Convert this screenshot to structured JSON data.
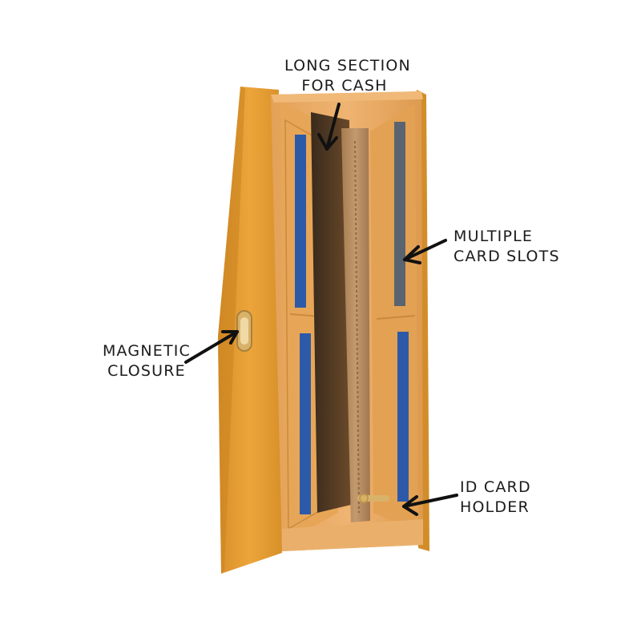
{
  "callouts": {
    "cash": {
      "line1": "LONG SECTION",
      "line2": "FOR CASH"
    },
    "cards": {
      "line1": "MULTIPLE",
      "line2": "CARD SLOTS"
    },
    "closure": {
      "line1": "MAGNETIC",
      "line2": "CLOSURE"
    },
    "id": {
      "line1": "ID CARD",
      "line2": "HOLDER"
    }
  },
  "colors": {
    "leather": "#e8a035",
    "leather_shadow": "#c78424",
    "lining": "#e9a55a",
    "zipper_fabric": "#b58a5e",
    "card_blue": "#2d5aa8",
    "hardware_gold": "#d9b26a",
    "label_text": "#1b1b1b"
  }
}
